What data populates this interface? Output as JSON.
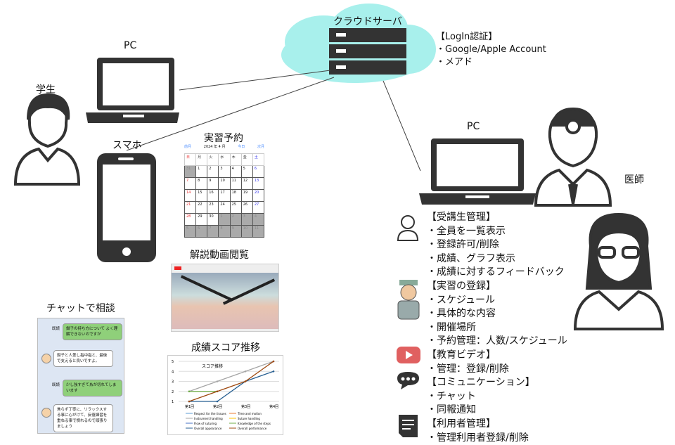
{
  "cloud": {
    "title": "クラウドサーバ",
    "auth_title": "【LogIn認証】",
    "auth_items": [
      "・Google/Apple Account",
      "・メアド"
    ]
  },
  "left": {
    "pc_label": "PC",
    "student_label": "学生",
    "phone_label": "スマホ"
  },
  "right": {
    "pc_label": "PC",
    "doctor_label": "医師"
  },
  "calendar": {
    "title": "実習予約",
    "prev": "前月",
    "month": "2024 年 4 月",
    "today": "今日",
    "next": "次月",
    "weekdays": [
      "日",
      "月",
      "火",
      "水",
      "木",
      "金",
      "土"
    ],
    "weeks": [
      [
        "31",
        "1",
        "2",
        "3",
        "4",
        "5",
        "6"
      ],
      [
        "7",
        "8",
        "9",
        "10",
        "11",
        "12",
        "13"
      ],
      [
        "14",
        "15",
        "16",
        "17",
        "18",
        "19",
        "20"
      ],
      [
        "21",
        "22",
        "23",
        "24",
        "25",
        "26",
        "27"
      ],
      [
        "28",
        "29",
        "30",
        "1",
        "2",
        "3",
        "4"
      ],
      [
        "5",
        "6",
        "7",
        "8",
        "9",
        "10",
        "11"
      ]
    ]
  },
  "video": {
    "title": "解説動画閲覧"
  },
  "chat": {
    "title": "チャットで相談",
    "read": "既読",
    "messages": [
      "鉗子の持ち方について よく理解できないのですが",
      "鉗子と人差し指中指と、最後で支えると良いですよ。",
      "少し強すぎて糸が切れてしまいます",
      "焦らず丁寧に、リラックスする事に心がけて、反復練習を重ねる事で慣れるので頑張りましょう"
    ]
  },
  "chart_data": {
    "type": "line",
    "title": "成績スコア推移",
    "inner_title": "スコア推移",
    "categories": [
      "第1回",
      "第2回",
      "第3回",
      "第4回"
    ],
    "ylim": [
      1,
      5
    ],
    "yticks": [
      "1",
      "2",
      "3",
      "4",
      "5"
    ],
    "series": [
      {
        "name": "Respect for the tissues",
        "color": "#5b9bd5",
        "values": []
      },
      {
        "name": "Time and motion",
        "color": "#ed7d31",
        "values": []
      },
      {
        "name": "Instrument handling",
        "color": "#a5a5a5",
        "values": [
          2,
          3,
          4,
          5
        ]
      },
      {
        "name": "Suture handling",
        "color": "#ffc000",
        "values": []
      },
      {
        "name": "Flow of suturing",
        "color": "#4472c4",
        "values": []
      },
      {
        "name": "Knowledge of the steps",
        "color": "#70ad47",
        "values": [
          2,
          2
        ]
      },
      {
        "name": "Overall appearance",
        "color": "#255e91",
        "values": [
          1,
          1,
          3,
          4
        ]
      },
      {
        "name": "Overall performance",
        "color": "#9e480e",
        "values": [
          1,
          2,
          3,
          5
        ]
      }
    ]
  },
  "features": [
    {
      "icon": "student-icon",
      "lines": [
        "【受講生管理】",
        "・全員を一覧表示",
        "・登録許可/削除",
        "・成績、グラフ表示",
        "・成績に対するフィードバック"
      ]
    },
    {
      "icon": "worker-icon",
      "lines": [
        "【実習の登録】",
        "・スケジュール",
        "・具体的な内容",
        "・開催場所",
        "・予約管理：人数/スケジュール"
      ]
    },
    {
      "icon": "youtube-icon",
      "lines": [
        "【教育ビデオ】",
        "・管理：登録/削除"
      ]
    },
    {
      "icon": "chat-icon",
      "lines": [
        "【コミュニケーション】",
        "・チャット",
        "・同報通知"
      ]
    },
    {
      "icon": "document-icon",
      "lines": [
        "【利用者管理】",
        "・管理利用者登録/削除"
      ]
    }
  ]
}
